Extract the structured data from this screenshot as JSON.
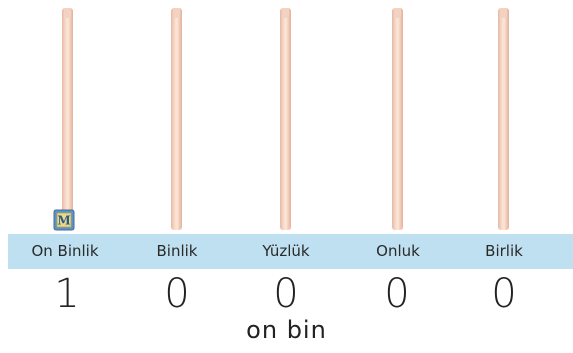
{
  "places": [
    {
      "label": "On Binlik",
      "digit": "1"
    },
    {
      "label": "Binlik",
      "digit": "0"
    },
    {
      "label": "Yüzlük",
      "digit": "0"
    },
    {
      "label": "Onluk",
      "digit": "0"
    },
    {
      "label": "Birlik",
      "digit": "0"
    }
  ],
  "bead": {
    "letter": "M",
    "count_on_ten_thousands": 1
  },
  "number_word": "on bin",
  "colors": {
    "base": "#bfe0f0",
    "rod": "#f3cdb9",
    "bead": "#5b93c9"
  }
}
